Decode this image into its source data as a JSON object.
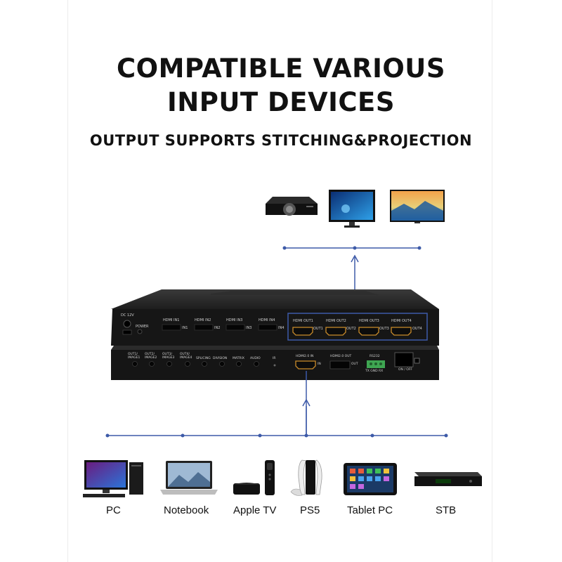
{
  "headline": {
    "line1": "COMPATIBLE VARIOUS",
    "line2": "INPUT DEVICES",
    "subtitle": "OUTPUT SUPPORTS STITCHING&PROJECTION"
  },
  "output_devices": [
    {
      "icon": "projector-icon"
    },
    {
      "icon": "monitor-icon"
    },
    {
      "icon": "tv-icon"
    }
  ],
  "device_front": {
    "power_labels": [
      "DC 12V",
      "POWER"
    ],
    "inputs": [
      {
        "top": "HDMI IN1",
        "bottom": "IN1"
      },
      {
        "top": "HDMI IN2",
        "bottom": "IN2"
      },
      {
        "top": "HDMI IN3",
        "bottom": "IN3"
      },
      {
        "top": "HDMI IN4",
        "bottom": "IN4"
      }
    ],
    "outputs": [
      {
        "top": "HDMI OUT1",
        "side": "OUT1"
      },
      {
        "top": "HDMI OUT2",
        "side": "OUT2"
      },
      {
        "top": "HDMI OUT3",
        "side": "OUT3"
      },
      {
        "top": "HDMI OUT4",
        "side": "OUT4"
      }
    ]
  },
  "device_back": {
    "buttons": [
      "OUT1/ IMAGE1",
      "OUT2/ IMAGE2",
      "OUT3/ IMAGE3",
      "OUT4/ IMAGE4",
      "SPLICING",
      "DIVISION",
      "MATRIX",
      "AUDIO"
    ],
    "ir_label": "IR",
    "loop_in": {
      "top": "HDMI2.0 IN",
      "side": "IN"
    },
    "loop_out": {
      "top": "HDMI2.0 OUT",
      "side": "OUT"
    },
    "rs232": {
      "title": "RS232",
      "pins": "TX GND RX"
    },
    "switch_label": "ON / OFF"
  },
  "input_devices": [
    {
      "label": "PC",
      "icon": "pc-icon"
    },
    {
      "label": "Notebook",
      "icon": "notebook-icon"
    },
    {
      "label": "Apple TV",
      "icon": "apple-tv-icon"
    },
    {
      "label": "PS5",
      "icon": "ps5-icon"
    },
    {
      "label": "Tablet PC",
      "icon": "tablet-icon"
    },
    {
      "label": "STB",
      "icon": "stb-icon"
    }
  ],
  "colors": {
    "line": "#3d5aa8",
    "device_body": "#1a1a1a",
    "highlight_box": "#3d5aa8",
    "rs232_green": "#3fa652"
  }
}
